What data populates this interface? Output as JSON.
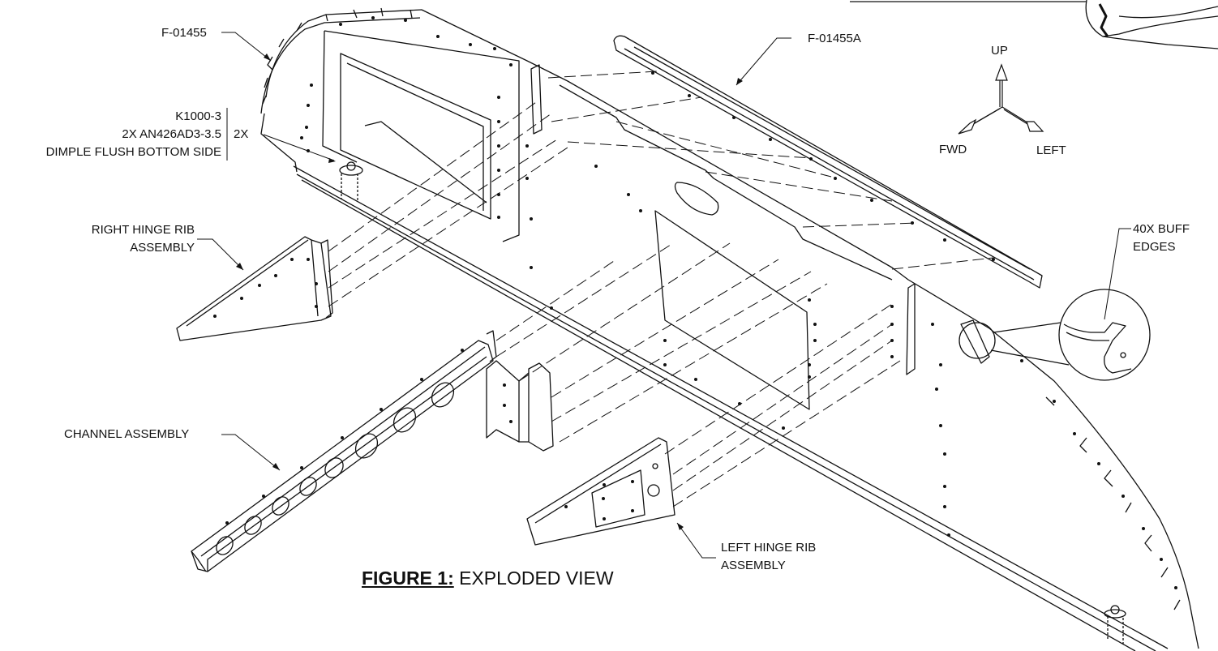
{
  "labels": {
    "part_f01455": "F-01455",
    "part_f01455a": "F-01455A",
    "nutplate_line1": "K1000-3",
    "nutplate_line2": "2X AN426AD3-3.5",
    "nutplate_line3": "DIMPLE FLUSH BOTTOM SIDE",
    "nutplate_qty": "2X",
    "right_rib_line1": "RIGHT HINGE RIB",
    "right_rib_line2": "ASSEMBLY",
    "channel": "CHANNEL ASSEMBLY",
    "left_rib_line1": "LEFT HINGE RIB",
    "left_rib_line2": "ASSEMBLY",
    "buff_line1": "40X BUFF",
    "buff_line2": "EDGES"
  },
  "axes": {
    "up": "UP",
    "fwd": "FWD",
    "left": "LEFT"
  },
  "figure": {
    "prefix": "FIGURE 1:",
    "title": "EXPLODED VIEW"
  },
  "colors": {
    "line": "#111111",
    "background": "#ffffff"
  }
}
